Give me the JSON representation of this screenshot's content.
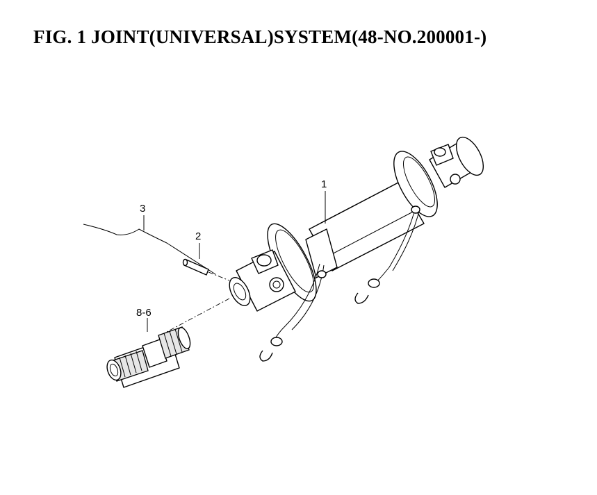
{
  "header": {
    "title": "FIG.  1  JOINT(UNIVERSAL)SYSTEM(48-NO.200001-)"
  },
  "callouts": [
    {
      "id": "part-1",
      "label": "1"
    },
    {
      "id": "part-2",
      "label": "2"
    },
    {
      "id": "part-3",
      "label": "3"
    },
    {
      "id": "part-8-6",
      "label": "8-6"
    }
  ]
}
